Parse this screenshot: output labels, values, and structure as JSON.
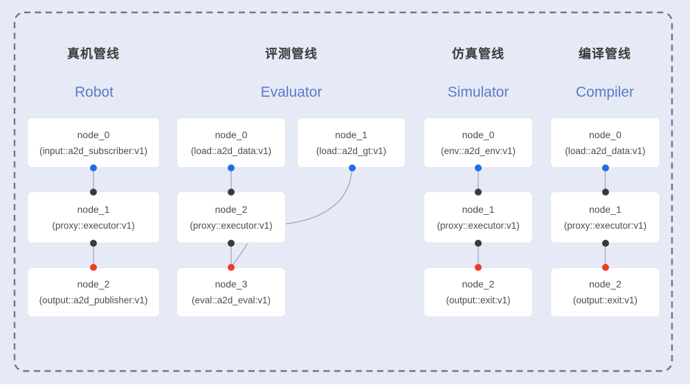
{
  "pipelines": [
    {
      "title_zh": "真机管线",
      "title_en": "Robot",
      "nodes": [
        {
          "name": "node_0",
          "type": "(input::a2d_subscriber:v1)"
        },
        {
          "name": "node_1",
          "type": "(proxy::executor:v1)"
        },
        {
          "name": "node_2",
          "type": "(output::a2d_publisher:v1)"
        }
      ]
    },
    {
      "title_zh": "评测管线",
      "title_en": "Evaluator",
      "nodes": [
        {
          "name": "node_0",
          "type": "(load::a2d_data:v1)"
        },
        {
          "name": "node_1",
          "type": "(load::a2d_gt:v1)"
        },
        {
          "name": "node_2",
          "type": "(proxy::executor:v1)"
        },
        {
          "name": "node_3",
          "type": "(eval::a2d_eval:v1)"
        }
      ]
    },
    {
      "title_zh": "仿真管线",
      "title_en": "Simulator",
      "nodes": [
        {
          "name": "node_0",
          "type": "(env::a2d_env:v1)"
        },
        {
          "name": "node_1",
          "type": "(proxy::executor:v1)"
        },
        {
          "name": "node_2",
          "type": "(output::exit:v1)"
        }
      ]
    },
    {
      "title_zh": "编译管线",
      "title_en": "Compiler",
      "nodes": [
        {
          "name": "node_0",
          "type": "(load::a2d_data:v1)"
        },
        {
          "name": "node_1",
          "type": "(proxy::executor:v1)"
        },
        {
          "name": "node_2",
          "type": "(output::exit:v1)"
        }
      ]
    }
  ],
  "icons": {
    "source_output_port": "blue-dot-icon",
    "proxy_port": "black-dot-icon",
    "sink_input_port": "red-dot-icon"
  },
  "colors": {
    "background": "#e5eaf6",
    "box_fill": "#ffffff",
    "box_border": "#e3e5ea",
    "edge": "#98a1b3",
    "dashed_border": "#717680",
    "title_zh": "#3a3a3a",
    "title_en": "#5b7ac8",
    "node_text": "#4c4c4c",
    "port_source": "#1e6ee8",
    "port_proxy": "#3a3a3a",
    "port_sink": "#ee3b2a",
    "bottom_strip": "#fdfdfe"
  }
}
